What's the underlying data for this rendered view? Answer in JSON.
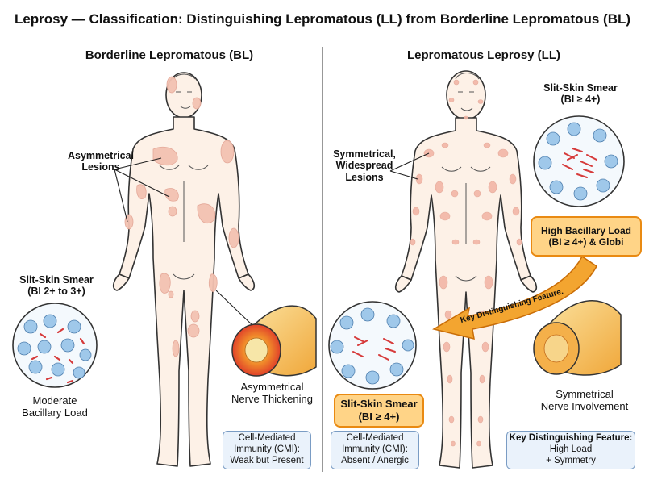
{
  "title": "Leprosy — Classification: Distinguishing Lepromatous (LL) from Borderline Lepromatous (BL)",
  "left_panel": {
    "heading": "Borderline Lepromatous (BL)",
    "lesions_label": [
      "Asymmetrical",
      "Lesions"
    ],
    "smear_label": [
      "Slit-Skin Smear",
      "(BI 2+ to 3+)"
    ],
    "load_label": [
      "Moderate",
      "Bacillary Load"
    ],
    "nerve_label": [
      "Asymmetrical",
      "Nerve Thickening"
    ],
    "cmi_box": [
      "Cell-Mediated",
      "Immunity (CMI):",
      "Weak but Present"
    ]
  },
  "right_panel": {
    "heading": "Lepromatous Leprosy (LL)",
    "lesions_label": [
      "Symmetrical,",
      "Widespread",
      "Lesions"
    ],
    "smear_top_label": [
      "Slit-Skin Smear",
      "(BI ≥ 4+)"
    ],
    "high_load_box": [
      "High Bacillary Load",
      "(BI ≥ 4+) & Globi"
    ],
    "arrow_text": "Key Distinguishing Feature.",
    "smear_box": [
      "Slit-Skin Smear",
      "(BI ≥ 4+)"
    ],
    "nerve_label": [
      "Symmetrical",
      "Nerve Involvement"
    ],
    "cmi_box": [
      "Cell-Mediated",
      "Immunity (CMI):",
      "Absent / Anergic"
    ],
    "key_box": [
      "Key Distinguishing Feature:",
      "High Load",
      "+ Symmetry"
    ]
  },
  "colors": {
    "skin": "#fdf1e7",
    "outline": "#333333",
    "lesion_bl": "#f3c2b2",
    "lesion_ll": "#f2b6a6",
    "bacilli": "#d63a3a",
    "cell": "#8fbbe3",
    "nerve": "#f2b23a",
    "accent_orange": "#e98a12",
    "box_blue": "#eaf2fb"
  }
}
